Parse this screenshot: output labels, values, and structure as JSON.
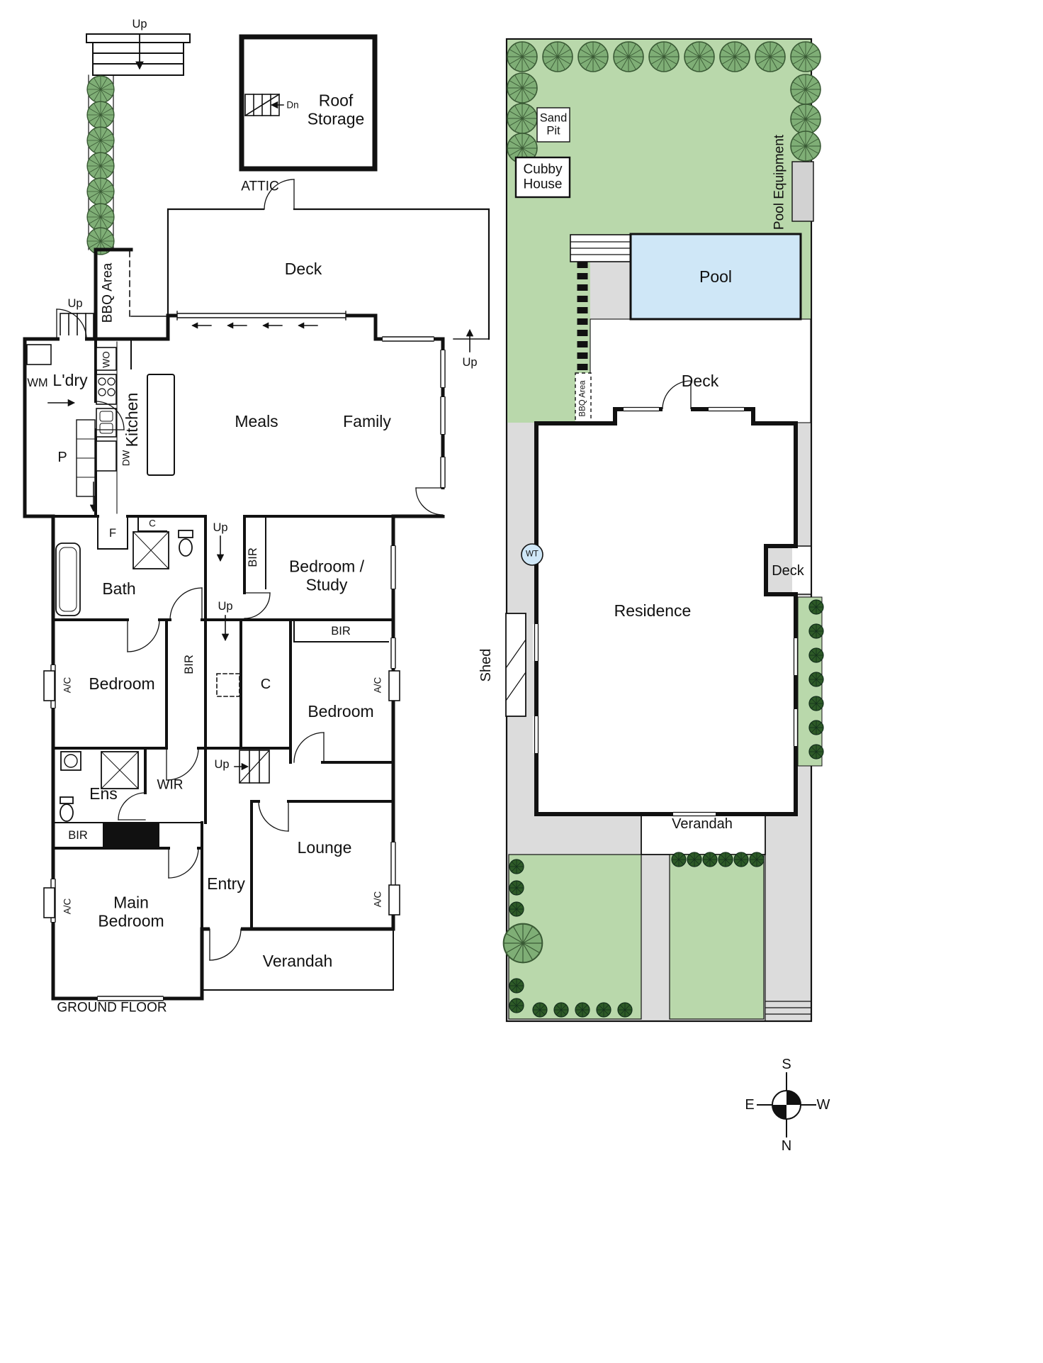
{
  "floor_plan": {
    "title": "GROUND FLOOR",
    "attic_label": "ATTIC",
    "labels": {
      "up": "Up",
      "dn": "Dn",
      "roof_storage": "Roof\nStorage",
      "deck": "Deck",
      "bbq_area": "BBQ Area",
      "wm": "WM",
      "laundry": "L'dry",
      "wo": "WO",
      "kitchen": "Kitchen",
      "meals": "Meals",
      "family": "Family",
      "pantry": "P",
      "dw": "DW",
      "fridge": "F",
      "cupboard": "C",
      "bir": "BIR",
      "bedroom_study": "Bedroom /\nStudy",
      "bath": "Bath",
      "ac": "A/C",
      "bedroom": "Bedroom",
      "ens": "Ens",
      "wir": "WIR",
      "lounge": "Lounge",
      "entry": "Entry",
      "main_bedroom": "Main\nBedroom",
      "verandah": "Verandah"
    }
  },
  "site_plan": {
    "labels": {
      "sand_pit": "Sand\nPit",
      "cubby_house": "Cubby\nHouse",
      "pool_equipment": "Pool Equipment",
      "pool": "Pool",
      "deck": "Deck",
      "bbq_area": "BBQ Area",
      "residence": "Residence",
      "water_tank": "WT",
      "shed": "Shed",
      "verandah": "Verandah"
    }
  },
  "compass": {
    "north": "N",
    "south": "S",
    "east": "E",
    "west": "W"
  },
  "colors": {
    "lawn": "#b9d8ab",
    "pool_water": "#cfe7f7",
    "paving": "#dcdcdc",
    "tree_foliage": "#7fae76",
    "tree_dark": "#2d5a27",
    "wall": "#111111"
  }
}
